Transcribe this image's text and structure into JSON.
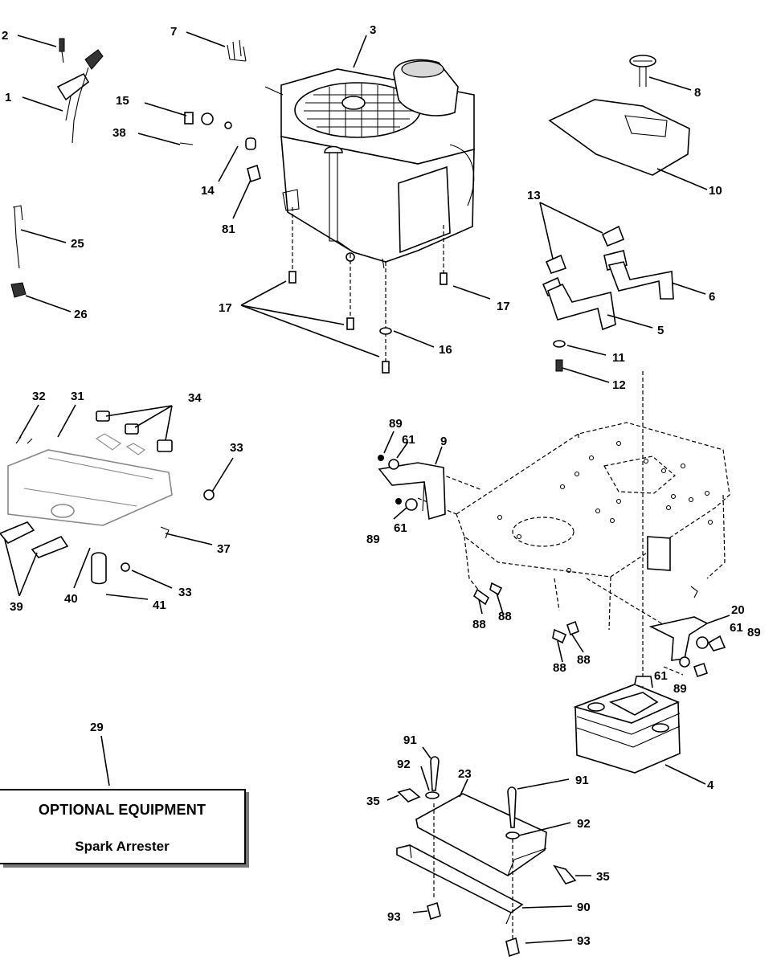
{
  "callouts": [
    {
      "id": "c1",
      "text": "1"
    },
    {
      "id": "c2",
      "text": "2"
    },
    {
      "id": "c3",
      "text": "3"
    },
    {
      "id": "c4",
      "text": "4"
    },
    {
      "id": "c5",
      "text": "5"
    },
    {
      "id": "c6",
      "text": "6"
    },
    {
      "id": "c7",
      "text": "7"
    },
    {
      "id": "c8",
      "text": "8"
    },
    {
      "id": "c9",
      "text": "9"
    },
    {
      "id": "c10",
      "text": "10"
    },
    {
      "id": "c11",
      "text": "11"
    },
    {
      "id": "c12",
      "text": "12"
    },
    {
      "id": "c13",
      "text": "13"
    },
    {
      "id": "c14",
      "text": "14"
    },
    {
      "id": "c15",
      "text": "15"
    },
    {
      "id": "c16",
      "text": "16"
    },
    {
      "id": "c17a",
      "text": "17"
    },
    {
      "id": "c17b",
      "text": "17"
    },
    {
      "id": "c20",
      "text": "20"
    },
    {
      "id": "c23",
      "text": "23"
    },
    {
      "id": "c25",
      "text": "25"
    },
    {
      "id": "c26",
      "text": "26"
    },
    {
      "id": "c29",
      "text": "29"
    },
    {
      "id": "c31",
      "text": "31"
    },
    {
      "id": "c32",
      "text": "32"
    },
    {
      "id": "c33a",
      "text": "33"
    },
    {
      "id": "c33b",
      "text": "33"
    },
    {
      "id": "c34",
      "text": "34"
    },
    {
      "id": "c35a",
      "text": "35"
    },
    {
      "id": "c35b",
      "text": "35"
    },
    {
      "id": "c37",
      "text": "37"
    },
    {
      "id": "c38",
      "text": "38"
    },
    {
      "id": "c39",
      "text": "39"
    },
    {
      "id": "c40",
      "text": "40"
    },
    {
      "id": "c41",
      "text": "41"
    },
    {
      "id": "c61a",
      "text": "61"
    },
    {
      "id": "c61b",
      "text": "61"
    },
    {
      "id": "c61c",
      "text": "61"
    },
    {
      "id": "c61d",
      "text": "61"
    },
    {
      "id": "c81",
      "text": "81"
    },
    {
      "id": "c88a",
      "text": "88"
    },
    {
      "id": "c88b",
      "text": "88"
    },
    {
      "id": "c88c",
      "text": "88"
    },
    {
      "id": "c88d",
      "text": "88"
    },
    {
      "id": "c89a",
      "text": "89"
    },
    {
      "id": "c89b",
      "text": "89"
    },
    {
      "id": "c89c",
      "text": "89"
    },
    {
      "id": "c89d",
      "text": "89"
    },
    {
      "id": "c90",
      "text": "90"
    },
    {
      "id": "c91a",
      "text": "91"
    },
    {
      "id": "c91b",
      "text": "91"
    },
    {
      "id": "c92a",
      "text": "92"
    },
    {
      "id": "c92b",
      "text": "92"
    },
    {
      "id": "c93a",
      "text": "93"
    },
    {
      "id": "c93b",
      "text": "93"
    }
  ],
  "optional_box": {
    "title": "OPTIONAL EQUIPMENT",
    "subtitle": "Spark Arrester"
  }
}
